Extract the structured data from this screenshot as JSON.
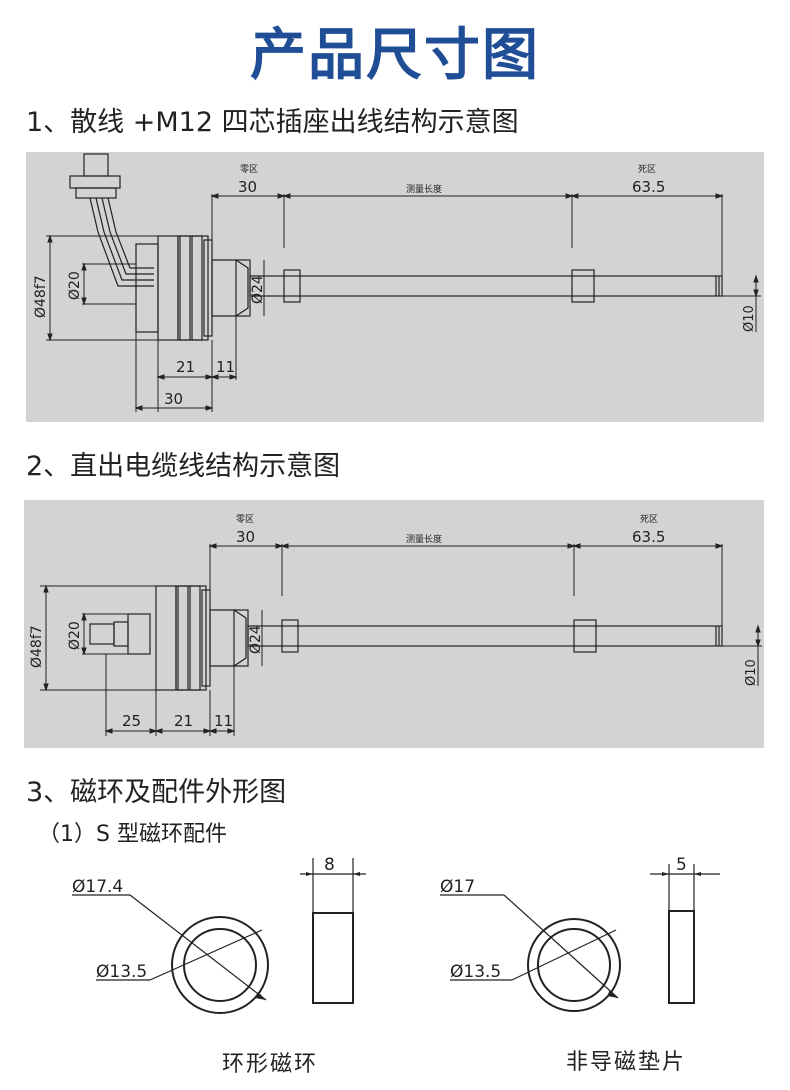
{
  "title": "产品尺寸图",
  "sections": {
    "s1": "1、散线 +M12 四芯插座出线结构示意图",
    "s2": "2、直出电缆线结构示意图",
    "s3": "3、磁环及配件外形图",
    "s3_sub": "（1）S 型磁环配件"
  },
  "drawing1": {
    "zone_zero_label": "零区",
    "zone_zero": "30",
    "measure_label": "测量长度",
    "zone_dead_label": "死区",
    "zone_dead": "63.5",
    "dia_body": "Ø48f7",
    "dia_inner": "Ø20",
    "dia_flange": "Ø24",
    "dia_rod": "Ø10",
    "dim_21": "21",
    "dim_11": "11",
    "dim_30": "30"
  },
  "drawing2": {
    "zone_zero_label": "零区",
    "zone_zero": "30",
    "measure_label": "测量长度",
    "zone_dead_label": "死区",
    "zone_dead": "63.5",
    "dia_body": "Ø48f7",
    "dia_inner": "Ø20",
    "dia_flange": "Ø24",
    "dia_rod": "Ø10",
    "dim_25": "25",
    "dim_21": "21",
    "dim_11": "11"
  },
  "ring_magnet": {
    "outer": "Ø17.4",
    "inner": "Ø13.5",
    "width": "8",
    "caption": "环形磁环"
  },
  "spacer": {
    "outer": "Ø17",
    "inner": "Ø13.5",
    "width": "5",
    "caption": "非导磁垫片"
  },
  "colors": {
    "title": "#1f4e96",
    "panel": "#d3d3d3",
    "line": "#222222"
  }
}
